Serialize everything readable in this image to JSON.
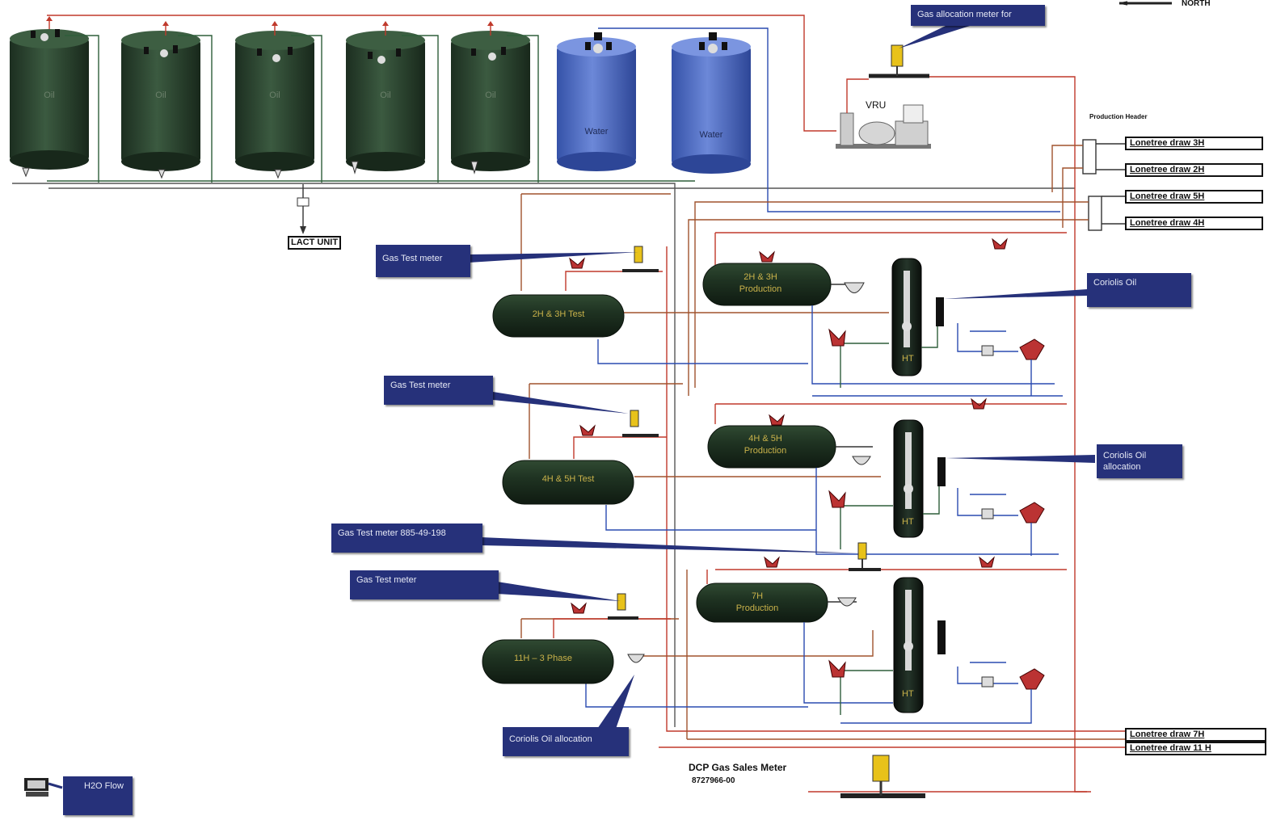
{
  "tanks": [
    {
      "label": "Oil",
      "color": "#2f4a34"
    },
    {
      "label": "Oil",
      "color": "#2f4a34"
    },
    {
      "label": "Oil",
      "color": "#2f4a34"
    },
    {
      "label": "Oil",
      "color": "#2f4a34"
    },
    {
      "label": "Oil",
      "color": "#2f4a34"
    },
    {
      "label": "Water",
      "color": "#4f6cc4"
    },
    {
      "label": "Water",
      "color": "#4f6cc4"
    }
  ],
  "lact_unit": "LACT UNIT",
  "vru": "VRU",
  "north": "NORTH",
  "production_header": "Production Header",
  "callouts": {
    "gas_allocation": "Gas allocation  meter for",
    "gas_test_1": "Gas Test meter",
    "gas_test_2": "Gas Test meter",
    "gas_test_885": "Gas Test meter 885-49-198",
    "gas_test_3": "Gas Test meter",
    "coriolis_oil": "Coriolis Oil",
    "coriolis_oil_allocation_1": "Coriolis Oil allocation",
    "coriolis_oil_allocation_2": "Coriolis Oil allocation",
    "h2o_flow": "H2O Flow"
  },
  "lonetree_draws": [
    "Lonetree draw 3H",
    "Lonetree draw 2H",
    "Lonetree draw 5H",
    "Lonetree draw 4H",
    "Lonetree draw 7H",
    "Lonetree draw 11 H"
  ],
  "vessels": {
    "test_23": "2H & 3H Test",
    "test_45": "4H  & 5H Test",
    "phase_11h": "11H – 3 Phase",
    "prod_23_line1": "2H & 3H",
    "prod_23_line2": "Production",
    "prod_45_line1": "4H & 5H",
    "prod_45_line2": "Production",
    "prod_7h_line1": "7H",
    "prod_7h_line2": "Production"
  },
  "heater_treater": "HT",
  "dcp_gas_sales_meter": "DCP Gas Sales Meter",
  "dcp_meter_number": "8727966-00",
  "line_colors": {
    "gas": "#c0392b",
    "oil": "#7a4a2a",
    "water": "#2a4bb0",
    "header": "#555555"
  }
}
